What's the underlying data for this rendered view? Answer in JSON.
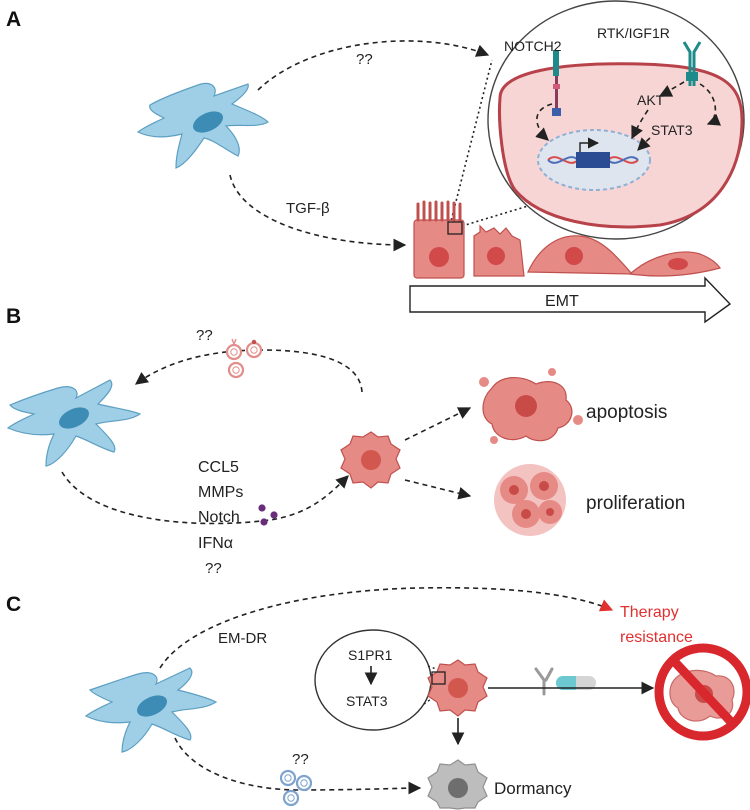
{
  "panels": {
    "a": {
      "letter": "A",
      "unknown_signal": "??",
      "tgf_label": "TGF-β",
      "notch_label": "NOTCH2",
      "rtk_label": "RTK/IGF1R",
      "akt_label": "AKT",
      "stat3_label": "STAT3",
      "emt_label": "EMT"
    },
    "b": {
      "letter": "B",
      "unknown_signal": "??",
      "factors": [
        "CCL5",
        "MMPs",
        "Notch",
        "IFNα",
        "??"
      ],
      "apoptosis_label": "apoptosis",
      "proliferation_label": "proliferation"
    },
    "c": {
      "letter": "C",
      "emdr_label": "EM-DR",
      "s1pr1_label": "S1PR1",
      "stat3_label": "STAT3",
      "therapy_label_line1": "Therapy",
      "therapy_label_line2": "resistance",
      "unknown_signal": "??",
      "dormancy_label": "Dormancy"
    }
  },
  "colors": {
    "fibroblast": "#9fcfe6",
    "tumor_cell": "#e68a86",
    "nucleus": "#d2494a",
    "therapy_text": "#e0302f",
    "prohibit": "#d9272e",
    "dormant_cell": "#bdbdbd"
  },
  "icons": [
    "fibroblast-icon",
    "tumor-cell-icon",
    "vesicle-icon",
    "antibody-icon",
    "pill-icon",
    "prohibit-icon",
    "dna-icon",
    "receptor-icon"
  ]
}
